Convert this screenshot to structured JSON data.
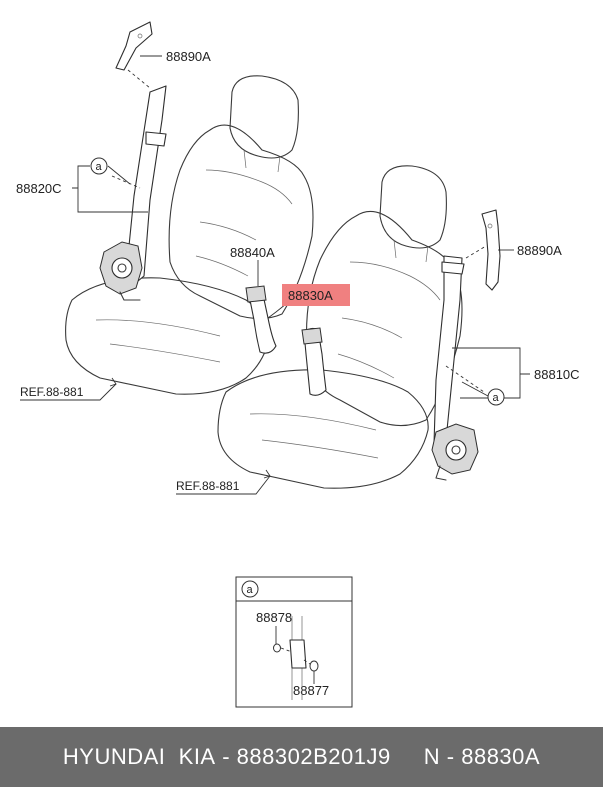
{
  "callouts": {
    "c_88890a_left": "88890A",
    "c_88820c": "88820C",
    "c_88840a": "88840A",
    "c_88830a": "88830A",
    "c_88890a_right": "88890A",
    "c_88810c": "88810C",
    "ref_left": "REF.88-881",
    "ref_right": "REF.88-881"
  },
  "detail_marker": "a",
  "inset": {
    "marker": "a",
    "part_top": "88878",
    "part_bottom": "88877"
  },
  "highlight_color": "#f08080",
  "footer": {
    "brand": "HYUNDAI  KIA",
    "separator_1": " - ",
    "part_number": "888302B201J9",
    "spacer": "     ",
    "prefix": "N",
    "separator_2": " - ",
    "code": "88830A"
  }
}
